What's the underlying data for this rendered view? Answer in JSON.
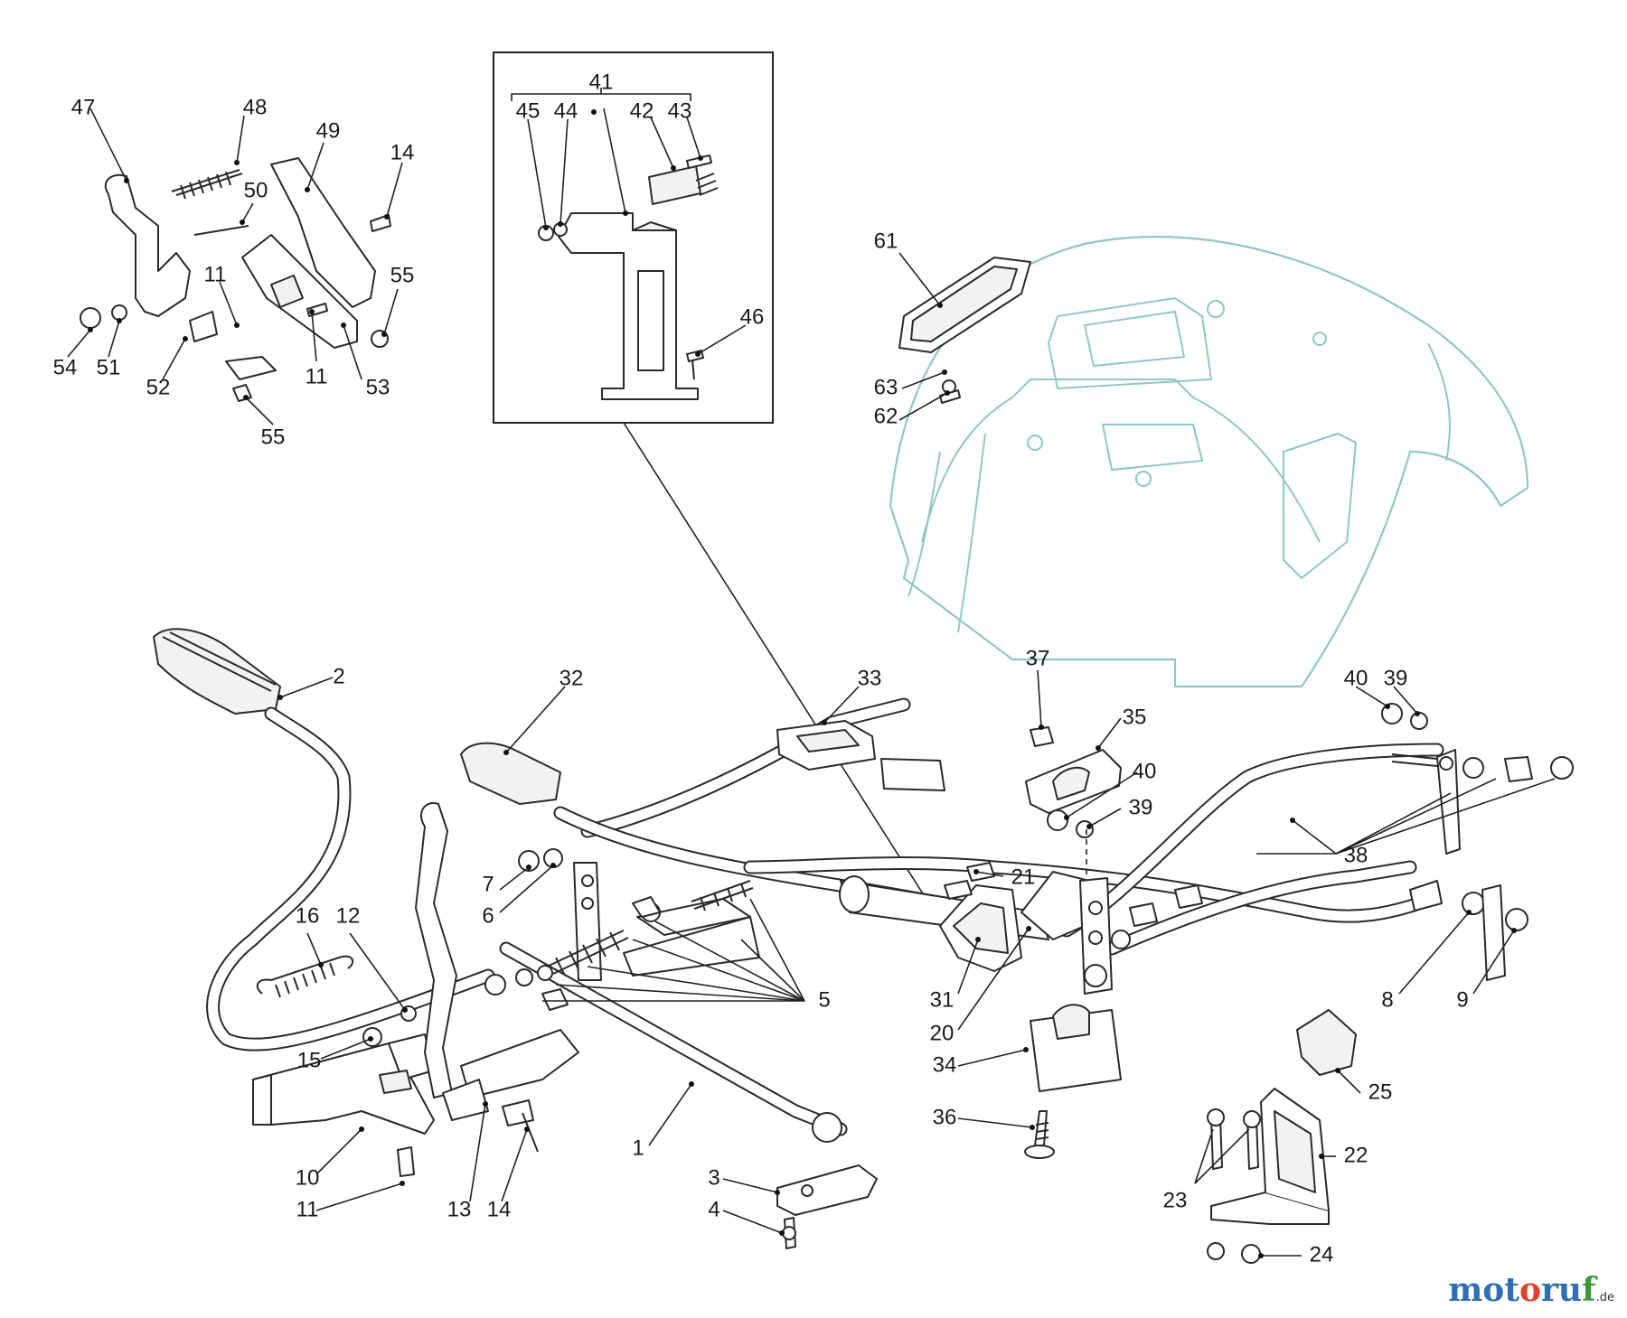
{
  "diagram": {
    "callouts": {
      "c1": "1",
      "c2": "2",
      "c3": "3",
      "c4": "4",
      "c5": "5",
      "c6": "6",
      "c7": "7",
      "c8": "8",
      "c9": "9",
      "c10": "10",
      "c11a": "11",
      "c11b": "11",
      "c11c": "11",
      "c12": "12",
      "c13": "13",
      "c14a": "14",
      "c14b": "14",
      "c15": "15",
      "c16": "16",
      "c20": "20",
      "c21": "21",
      "c22": "22",
      "c23": "23",
      "c24": "24",
      "c25": "25",
      "c31": "31",
      "c32": "32",
      "c33": "33",
      "c34": "34",
      "c35": "35",
      "c36": "36",
      "c37": "37",
      "c38": "38",
      "c39a": "39",
      "c39b": "39",
      "c40a": "40",
      "c40b": "40",
      "c41": "41",
      "c42": "42",
      "c43": "43",
      "c44": "44",
      "c45": "45",
      "c46": "46",
      "c47": "47",
      "c48": "48",
      "c49": "49",
      "c50": "50",
      "c51": "51",
      "c52": "52",
      "c53": "53",
      "c54": "54",
      "c55a": "55",
      "c55b": "55",
      "c61": "61",
      "c62": "62",
      "c63": "63"
    }
  },
  "watermark": {
    "p1": "mot",
    "p2": "o",
    "p3": "ru",
    "p4": "f",
    "suffix": ".de"
  },
  "colors": {
    "line": "#2a2a2a",
    "fender_outline": "#8fc7c4",
    "watermark_blue": "#2e6fb5",
    "watermark_red": "#e2402b",
    "watermark_green": "#3a9a3a"
  }
}
